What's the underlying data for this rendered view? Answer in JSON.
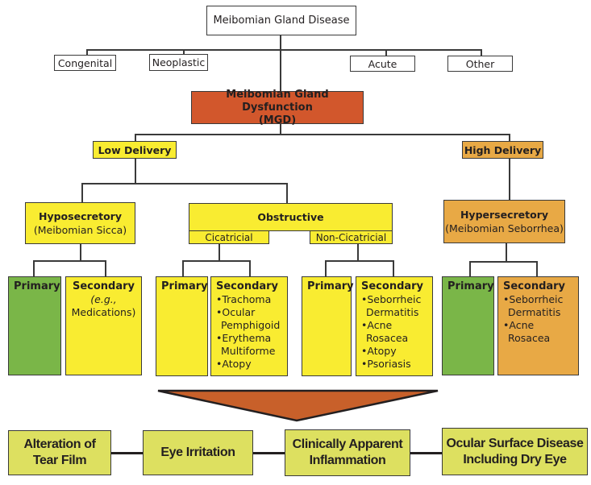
{
  "title": "Meibomian Gland Disease",
  "categories": [
    "Congenital",
    "Neoplastic",
    "Acute",
    "Other"
  ],
  "mgd": {
    "line1": "Meibomian Gland Dysfunction",
    "line2": "(MGD)"
  },
  "delivery": {
    "low": "Low Delivery",
    "high": "High Delivery"
  },
  "hyposecretory": {
    "title": "Hyposecretory",
    "subtitle": "(Meibomian Sicca)"
  },
  "obstructive": {
    "title": "Obstructive",
    "cicatricial": "Cicatricial",
    "non_cicatricial": "Non-Cicatricial"
  },
  "hypersecretory": {
    "title": "Hypersecretory",
    "subtitle": "(Meibomian Seborrhea)"
  },
  "leaves": {
    "hypo_primary": "Primary",
    "hypo_secondary": {
      "title": "Secondary",
      "eg": "(e.g.,",
      "item": "Medications)"
    },
    "cic_primary": "Primary",
    "cic_secondary": {
      "title": "Secondary",
      "items": [
        "•Trachoma",
        "•Ocular Pemphigoid",
        "•Erythema Multiforme",
        "•Atopy"
      ]
    },
    "noncic_primary": "Primary",
    "noncic_secondary": {
      "title": "Secondary",
      "items": [
        "•Seborrheic Dermatitis",
        "•Acne Rosacea",
        "•Atopy",
        "•Psoriasis"
      ]
    },
    "hyper_primary": "Primary",
    "hyper_secondary": {
      "title": "Secondary",
      "items": [
        "•Seborrheic Dermatitis",
        "•Acne Rosacea"
      ]
    }
  },
  "outcomes": [
    {
      "line1": "Alteration of",
      "line2": "Tear Film"
    },
    {
      "line1": "Eye Irritation",
      "line2": ""
    },
    {
      "line1": "Clinically Apparent",
      "line2": "Inflammation"
    },
    {
      "line1": "Ocular Surface Disease",
      "line2": "Including Dry Eye"
    }
  ],
  "colors": {
    "mgd": "#d2572c",
    "low": "#f9ec31",
    "high": "#e8a945",
    "primary_green": "#7ab648",
    "outcome": "#dde060",
    "arrow": "#c8602a"
  }
}
